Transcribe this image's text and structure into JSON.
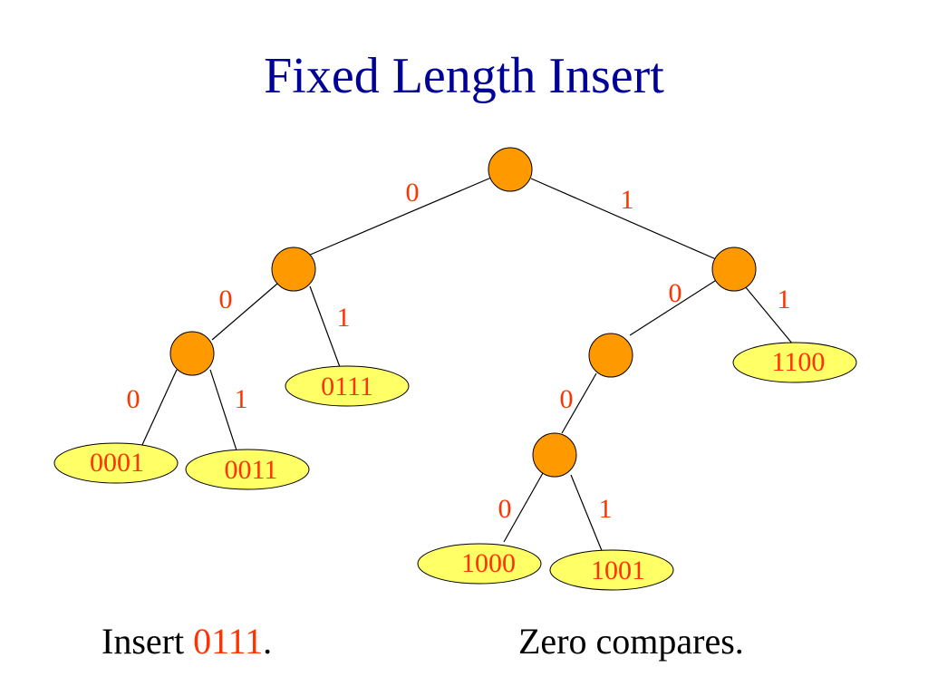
{
  "slide": {
    "title": "Fixed Length Insert",
    "caption_left": {
      "prefix": "Insert ",
      "key": "0111",
      "suffix": "."
    },
    "caption_right": "Zero compares."
  },
  "colors": {
    "title": "#000099",
    "accent": "#ff3300",
    "node_fill": "#ff9900",
    "leaf_fill": "#ffff66",
    "stroke": "#000000"
  },
  "tree": {
    "edge_labels": {
      "root_left": "0",
      "root_right": "1",
      "l_left": "0",
      "l_right": "1",
      "ll_left": "0",
      "ll_right": "1",
      "r_left": "0",
      "r_right": "1",
      "rl_left": "0",
      "rll_left": "0",
      "rll_right": "1"
    },
    "leaves": {
      "ll0": "0001",
      "ll1": "0011",
      "l1": "0111",
      "r1": "1100",
      "rll0": "1000",
      "rll1": "1001"
    }
  }
}
